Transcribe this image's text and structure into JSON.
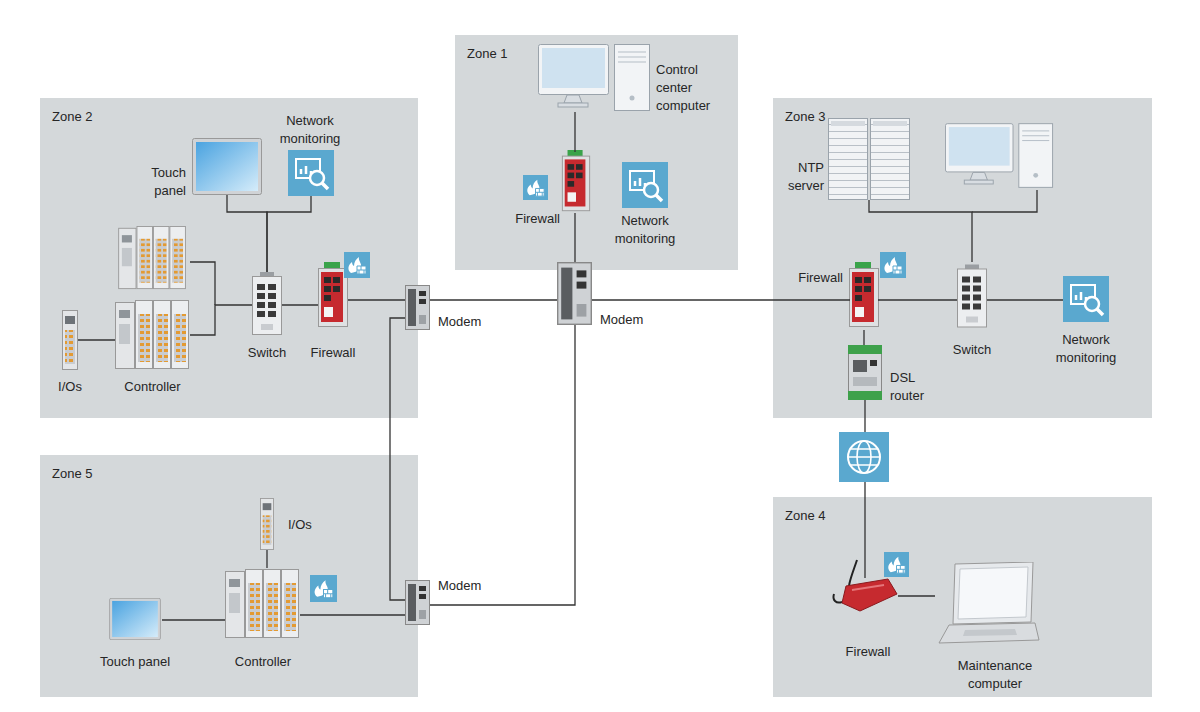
{
  "diagram": {
    "nodes": [
      {
        "text": [
          "Zone 1"
        ]
      },
      {
        "text": [
          "Control center computer"
        ],
        "in": 0
      },
      {
        "text": [
          "Firewall"
        ],
        "in": 0
      },
      {
        "text": [
          "Network monitoring"
        ],
        "in": 0
      },
      {
        "text": [
          "Modem"
        ]
      },
      {
        "text": [
          "Zone 2"
        ]
      },
      {
        "text": [
          "Network monitoring"
        ],
        "in": 5
      },
      {
        "text": [
          "Touch panel"
        ],
        "in": 5
      },
      {
        "text": [
          "Controller"
        ],
        "in": 5
      },
      {
        "text": [
          "I/Os"
        ],
        "in": 5
      },
      {
        "text": [
          "Switch"
        ],
        "in": 5
      },
      {
        "text": [
          "Firewall"
        ],
        "in": 5
      },
      {
        "text": [
          "Modem"
        ]
      },
      {
        "text": [
          "Zone 3"
        ]
      },
      {
        "text": [
          "NTP server"
        ],
        "in": 13
      },
      {
        "text": [
          "Firewall"
        ],
        "in": 13
      },
      {
        "text": [
          "Switch"
        ],
        "in": 13
      },
      {
        "text": [
          "Network monitoring"
        ],
        "in": 13
      },
      {
        "text": [
          "DSL router"
        ],
        "in": 13
      },
      {
        "text": [
          "Zone 5"
        ]
      },
      {
        "text": [
          "I/Os"
        ],
        "in": 19
      },
      {
        "text": [
          "Touch panel"
        ],
        "in": 19
      },
      {
        "text": [
          "Controller"
        ],
        "in": 19
      },
      {
        "text": [
          "Modem"
        ]
      },
      {
        "text": [
          "Zone 4"
        ]
      },
      {
        "text": [
          "Firewall"
        ],
        "in": 24
      },
      {
        "text": [
          "Maintenance computer"
        ],
        "in": 24
      }
    ],
    "edges": [
      {
        "from": 1,
        "to": 2,
        "arrow": "none"
      },
      {
        "from": 2,
        "to": 4,
        "arrow": "none"
      },
      {
        "from": 11,
        "to": 12,
        "arrow": "none"
      },
      {
        "from": 12,
        "to": 4,
        "arrow": "none"
      },
      {
        "from": 4,
        "to": 15,
        "arrow": "none"
      },
      {
        "from": 10,
        "to": 11,
        "arrow": "none"
      },
      {
        "from": 7,
        "to": 10,
        "arrow": "none"
      },
      {
        "from": 6,
        "to": 10,
        "arrow": "none"
      },
      {
        "from": 8,
        "to": 10,
        "arrow": "none"
      },
      {
        "from": 9,
        "to": 8,
        "arrow": "none"
      },
      {
        "from": 12,
        "to": 23,
        "arrow": "none"
      },
      {
        "from": 4,
        "to": 23,
        "arrow": "none"
      },
      {
        "from": 22,
        "to": 23,
        "arrow": "none"
      },
      {
        "from": 20,
        "to": 22,
        "arrow": "none"
      },
      {
        "from": 21,
        "to": 22,
        "arrow": "none"
      },
      {
        "from": 15,
        "to": 16,
        "arrow": "none"
      },
      {
        "from": 14,
        "to": 16,
        "arrow": "none"
      },
      {
        "from": 16,
        "to": 17,
        "arrow": "none"
      },
      {
        "from": 15,
        "to": 18,
        "arrow": "none"
      },
      {
        "from": 18,
        "to": 25,
        "arrow": "none"
      },
      {
        "from": 25,
        "to": 26,
        "arrow": "none"
      }
    ]
  }
}
